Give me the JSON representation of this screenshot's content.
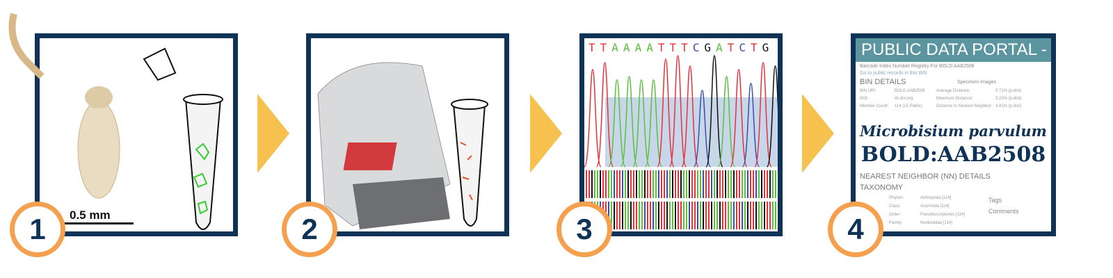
{
  "steps": [
    {
      "number": "1",
      "scale_label": "0.5 mm"
    },
    {
      "number": "2"
    },
    {
      "number": "3",
      "sequence": [
        "T",
        "T",
        "A",
        "A",
        "A",
        "A",
        "T",
        "T",
        "T",
        "C",
        "G",
        "A",
        "T",
        "C",
        "T",
        "G"
      ]
    },
    {
      "number": "4"
    }
  ],
  "portal": {
    "title": "PUBLIC DATA PORTAL - BIN PAGE",
    "subtitle": "Barcode Index Number Registry For BOLD:AAB2508",
    "link": "Go to public records in this BIN",
    "bin_details": "BIN DETAILS",
    "rows": [
      [
        "BIN URI:",
        "BOLD:AAB2508",
        "Average Distance:",
        "0.71% (p-dist)"
      ],
      [
        "DOI:",
        "dx.doi.org",
        "Maximum Distance:",
        "3.23% (p-dist)"
      ],
      [
        "Member Count:",
        "114 (15 Public)",
        "Distance to Nearest Neighbor:",
        "4.91% (p-dist)"
      ]
    ],
    "nn_details": "NEAREST NEIGHBOR (NN) DETAILS",
    "taxonomy": "TAXONOMY",
    "tax_rows": [
      [
        "Phylum:",
        "Arthropoda [114]"
      ],
      [
        "Class:",
        "Arachnida [114]"
      ],
      [
        "Order:",
        "Pseudoscorpiones [114]"
      ],
      [
        "Family:",
        "Neobisiidae [114]"
      ]
    ],
    "specimen_images": "Specimen Images",
    "tags": "Tags",
    "comments": "Comments",
    "species": "Microbisium parvulum",
    "bin": "BOLD:AAB2508"
  },
  "colors": {
    "frame": "#0f3356",
    "circle": "#f5a04e",
    "arrow": "#f7c150",
    "A": "#5cbf3c",
    "T": "#e8303a",
    "C": "#3850a8",
    "G": "#111111"
  }
}
